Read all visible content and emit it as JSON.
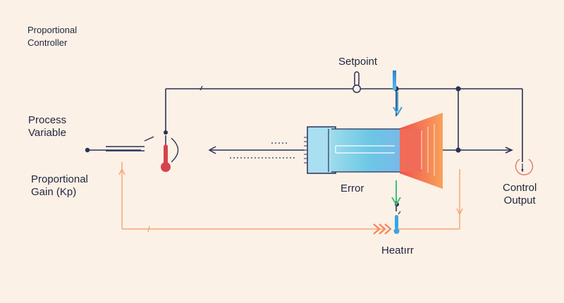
{
  "labels": {
    "title": [
      "Proportional",
      "Controller"
    ],
    "setpoint": "Setpoint",
    "process_variable": [
      "Process",
      "Variable"
    ],
    "proportional_gain": [
      "Proportional",
      "Gain (Kp)"
    ],
    "error": "Error",
    "control_output": [
      "Control",
      "Output"
    ],
    "heater": "Heatırr"
  },
  "colors": {
    "background": "#fcf1e6",
    "line": "#2a3158",
    "feedback": "#f2a878",
    "thermometer_red": "#d6424e",
    "cylinder_blue": "#6cc7e6",
    "heater_orange": "#f4845b",
    "arrow_blue": "#3aa5e2",
    "arrow_green": "#3fbf7a"
  },
  "icons": {
    "setpoint": "thermometer-icon",
    "sensor": "thermometer-icon",
    "heater": "thermometer-icon",
    "output": "circle-icon"
  }
}
